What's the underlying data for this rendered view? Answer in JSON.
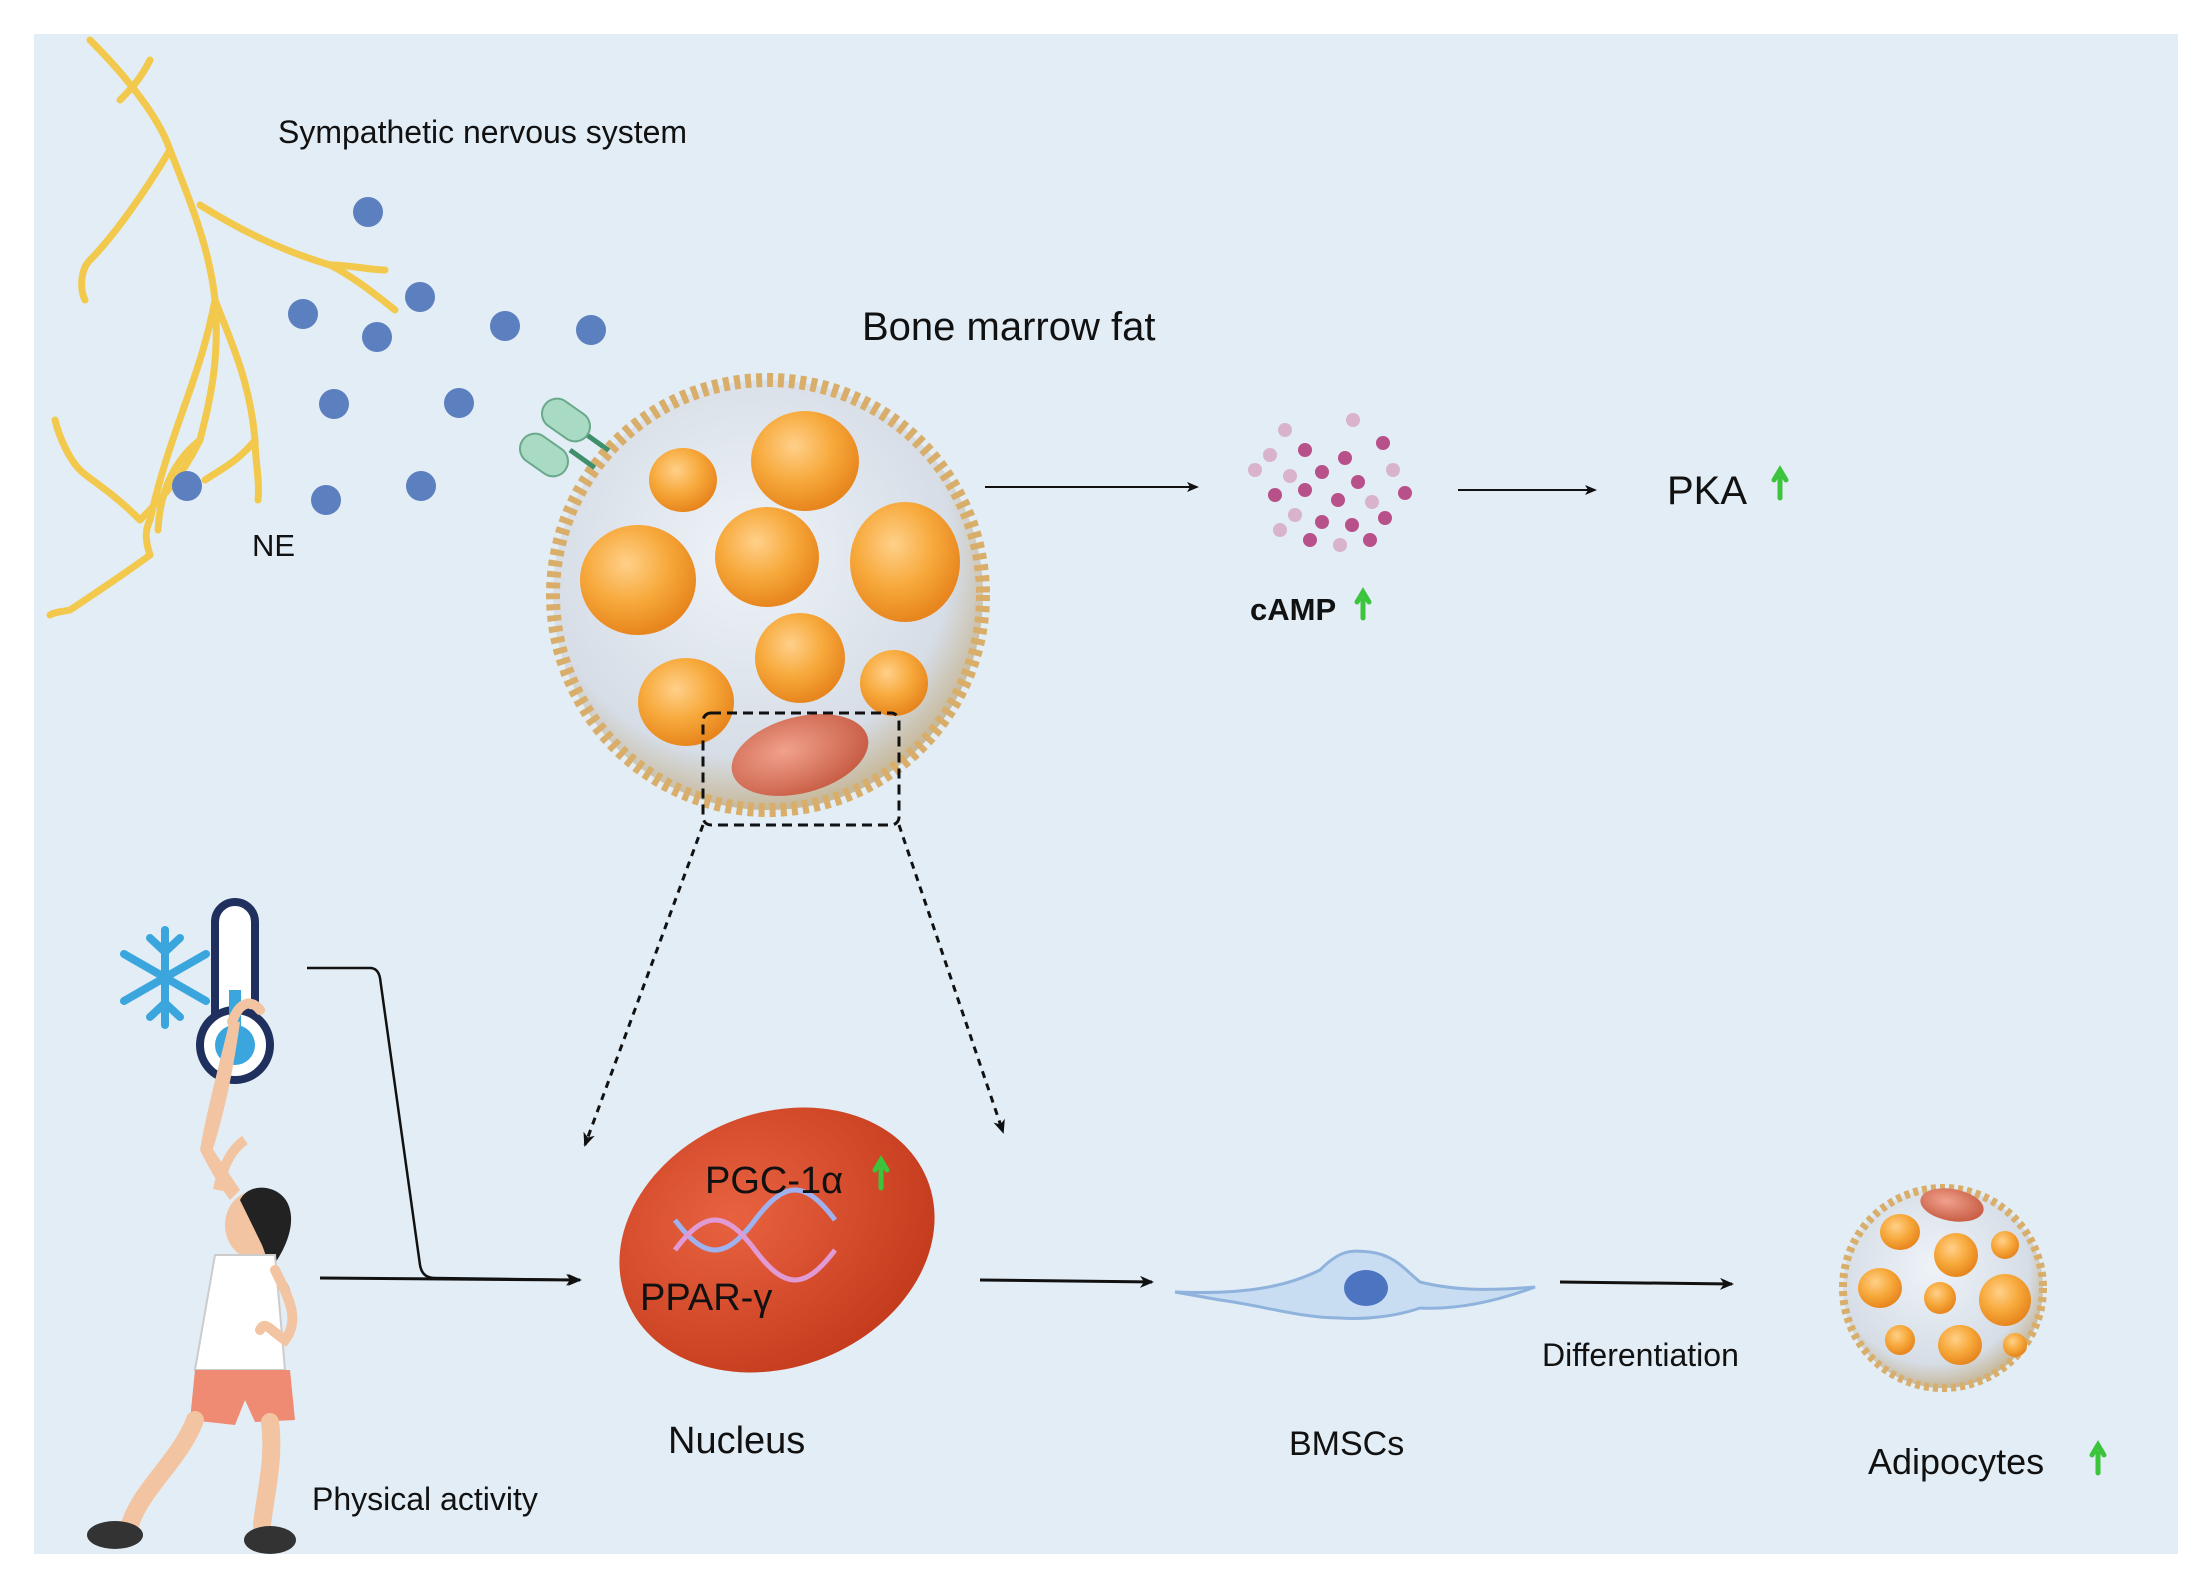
{
  "colors": {
    "panel_bg": "#e2edf5",
    "nerve": "#f2c94c",
    "ne_dot": "#5b7fbf",
    "lipid": "#f7a93b",
    "cell_membrane": "#d8ae6a",
    "nucleus": "#d94a2a",
    "camp_dot": "#b8508a",
    "up_arrow": "#3cc43c",
    "bmsc": "#a9c8ea",
    "thermometer": "#1f2f5e",
    "snowflake": "#3aa6dd"
  },
  "labels": {
    "sympathetic": "Sympathetic nervous system",
    "ne": "NE",
    "bone_marrow_fat": "Bone marrow fat",
    "camp": "cAMP",
    "pka": "PKA",
    "pgc": "PGC-1α",
    "ppar": "PPAR-γ",
    "nucleus": "Nucleus",
    "bmscs": "BMSCs",
    "differentiation": "Differentiation",
    "adipocytes": "Adipocytes",
    "physical_activity": "Physical activity"
  },
  "icons": [
    "nerve-icon",
    "receptor-icon",
    "snowflake-icon",
    "thermometer-icon",
    "exercising-woman-icon",
    "dna-icon",
    "up-arrow-icon"
  ]
}
